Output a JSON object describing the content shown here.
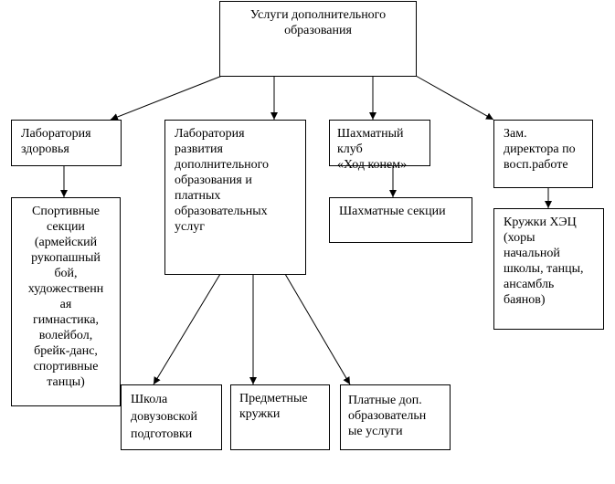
{
  "nodes": {
    "root": "Услуги дополнительного\nобразования",
    "lab_health": "Лаборатория\nздоровья",
    "lab_dev": "Лаборатория\nразвития\nдополнительного\nобразования и\nплатных\nобразовательных\nуслуг",
    "chess_club": "Шахматный клуб\n«Ход конем»",
    "deputy": "Зам.\nдиректора по\nвосп.работе",
    "sport": "Спортивные\nсекции\n(армейский\nрукопашный\nбой,\nхудожественн\nая\nгимнастика,\nволейбол,\nбрейк-данс,\nспортивные\nтанцы)",
    "chess_sections": "Шахматные секции",
    "circles_hec": "Кружки ХЭЦ\n(хоры\nначальной\nшколы, танцы,\nансамбль\nбаянов)",
    "prep_school": "Школа\nдовузовской\nподготовки",
    "subject_circles": "Предметные\nкружки",
    "paid_services": "Платные доп.\nобразовательн\nые услуги"
  },
  "edges": [
    [
      "root",
      "lab_health"
    ],
    [
      "root",
      "lab_dev"
    ],
    [
      "root",
      "chess_club"
    ],
    [
      "root",
      "deputy"
    ],
    [
      "lab_health",
      "sport"
    ],
    [
      "chess_club",
      "chess_sections"
    ],
    [
      "deputy",
      "circles_hec"
    ],
    [
      "lab_dev",
      "prep_school"
    ],
    [
      "lab_dev",
      "subject_circles"
    ],
    [
      "lab_dev",
      "paid_services"
    ]
  ]
}
